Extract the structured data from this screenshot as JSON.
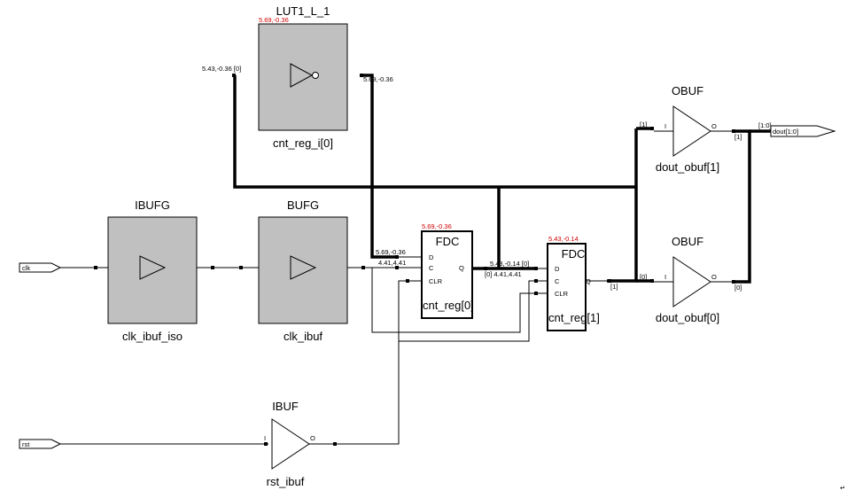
{
  "cells": {
    "lut": {
      "type": "LUT1_L_1",
      "name": "cnt_reg_i[0]",
      "timing": "5.69,-0.36",
      "in_net": "5.43,-0.36 [0]",
      "out_net": "5.69,-0.36"
    },
    "ibufg": {
      "type": "IBUFG",
      "name": "clk_ibuf_iso"
    },
    "bufg": {
      "type": "BUFG",
      "name": "clk_ibuf"
    },
    "fdc0": {
      "type": "FDC",
      "name": "cnt_reg[0]",
      "timing": "5.69,-0.36",
      "pin_d": "D",
      "pin_c": "C",
      "pin_clr": "CLR",
      "pin_q": "Q"
    },
    "fdc1": {
      "type": "FDC",
      "name": "cnt_reg[1]",
      "timing": "5.43,-0.14",
      "pin_d": "D",
      "pin_c": "C",
      "pin_clr": "CLR",
      "pin_q": "Q"
    },
    "obuf1": {
      "type": "OBUF",
      "name": "dout_obuf[1]",
      "pin_i": "I",
      "pin_o": "O"
    },
    "obuf0": {
      "type": "OBUF",
      "name": "dout_obuf[0]",
      "pin_i": "I",
      "pin_o": "O"
    },
    "ibuf": {
      "type": "IBUF",
      "name": "rst_ibuf",
      "pin_i": "I",
      "pin_o": "O"
    }
  },
  "ports": {
    "clk": "clk",
    "rst": "rst",
    "dout": "dout[1:0]"
  },
  "net_labels": {
    "d0_net": "5.69,-0.36",
    "clk_net": "4.41,4.41",
    "q0_net": "5.43,-0.14 [0]",
    "q0_net_b": "[0] 4.41,4.41",
    "q1_bit": "[1]",
    "obuf1_in_bit": "[1]",
    "obuf0_in_bit": "[0]",
    "obuf1_out_bit": "[1]",
    "obuf0_out_bit": "[0]",
    "dout_bus": "[1:0]"
  },
  "return_glyph": "↵"
}
